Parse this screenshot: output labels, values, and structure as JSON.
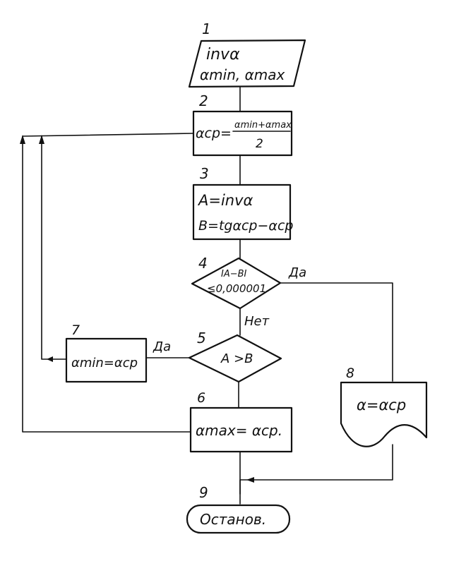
{
  "blocks": {
    "b1": {
      "number": "1",
      "line1": "invα",
      "line2": "αmin, αmax"
    },
    "b2": {
      "number": "2",
      "lhs": "αcp=",
      "numerator": "αmin+αmax",
      "denominator": "2"
    },
    "b3": {
      "number": "3",
      "line1": "A=invα",
      "line2": "B=tgαcp−αcp"
    },
    "b4": {
      "number": "4",
      "line1": "IA−BI",
      "line2": "≤0,000001",
      "yes_label": "Да",
      "no_label": "Нет"
    },
    "b5": {
      "number": "5",
      "text": "A >B",
      "yes_label": "Да"
    },
    "b6": {
      "number": "6",
      "text": "αmax= αcp."
    },
    "b7": {
      "number": "7",
      "text": "αmin=αcp"
    },
    "b8": {
      "number": "8",
      "text": "α=αcp"
    },
    "b9": {
      "number": "9",
      "text": "Останов."
    }
  }
}
